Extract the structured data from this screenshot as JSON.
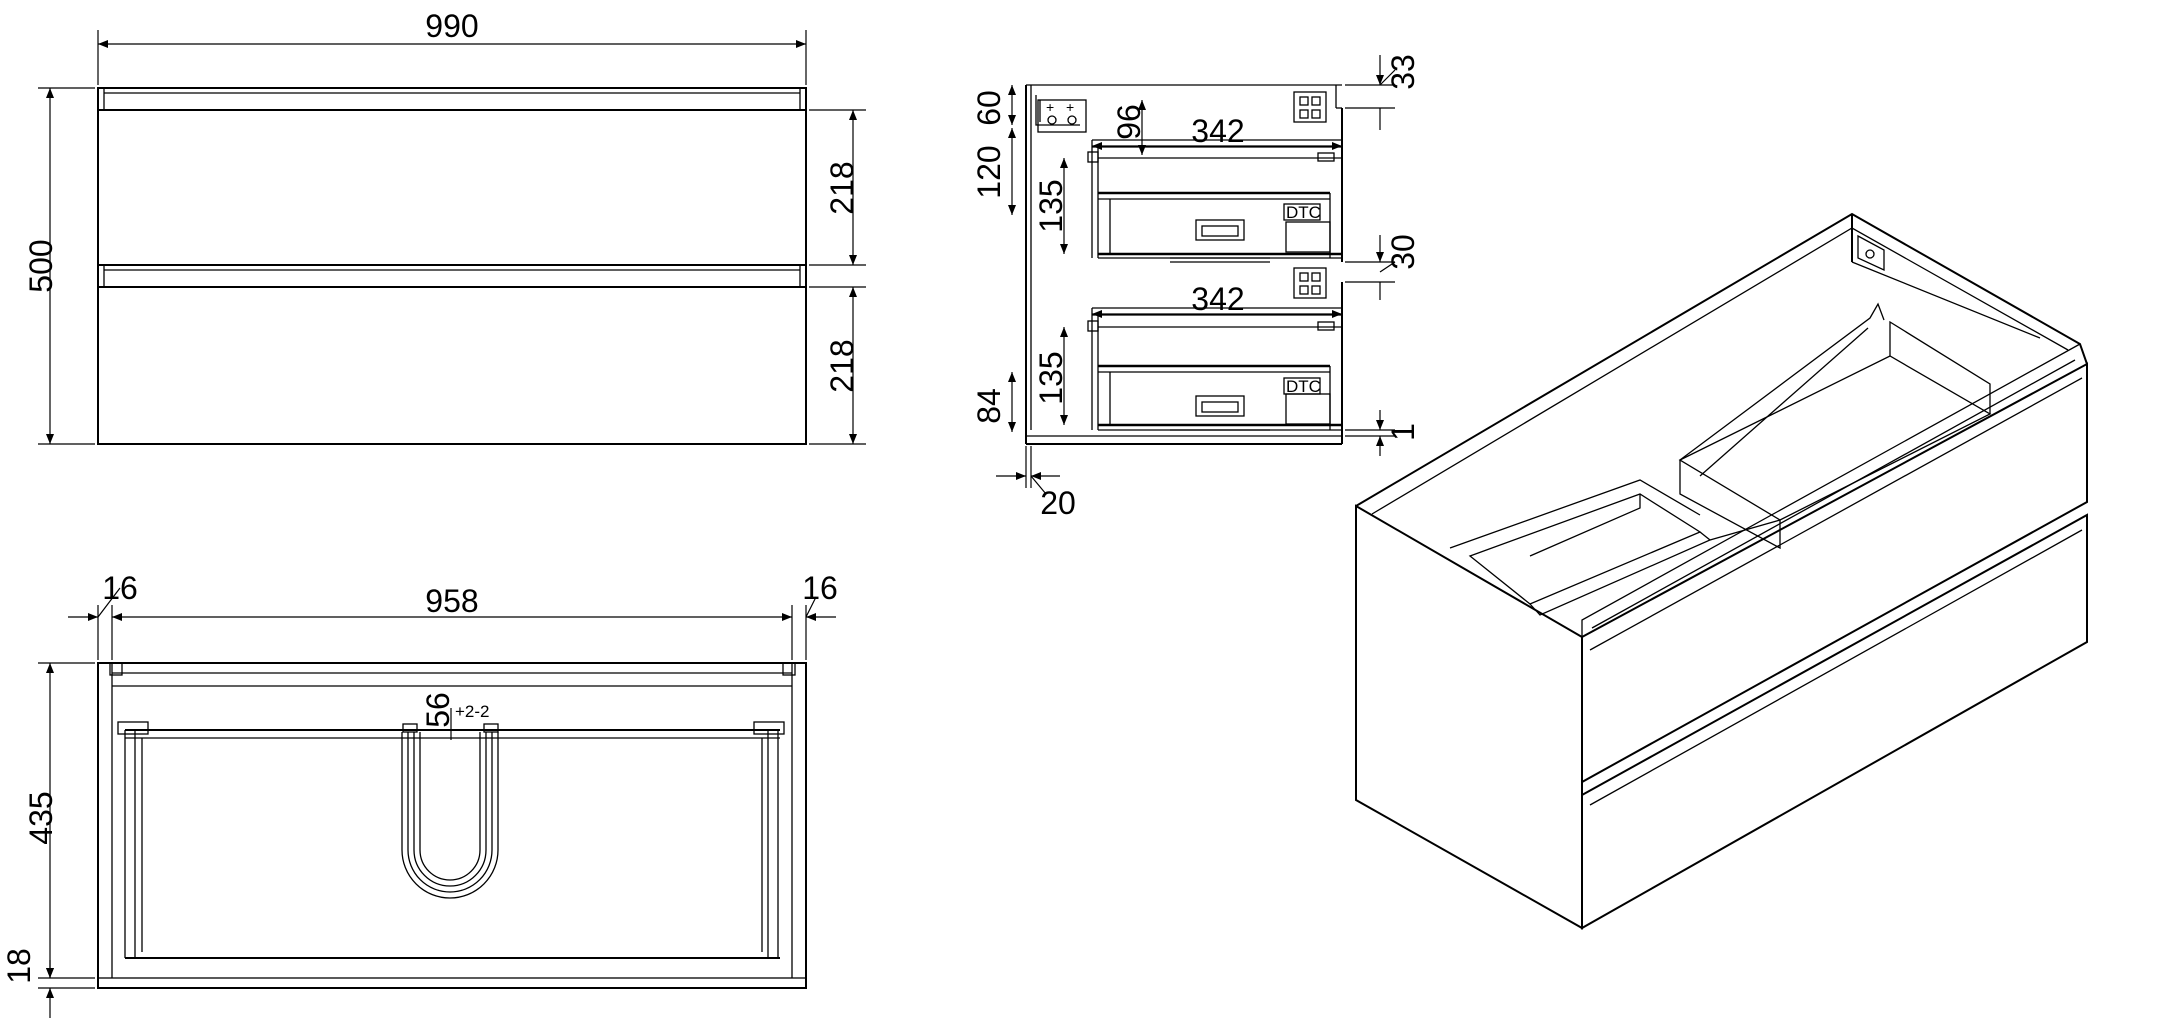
{
  "front_view": {
    "overall_width": "990",
    "overall_height": "500",
    "drawer_top_height": "218",
    "drawer_bottom_height": "218"
  },
  "side_view": {
    "top_gap": "60",
    "drawer_depth_top": "342",
    "drawer_depth_bottom": "342",
    "runner_offset": "96",
    "top_clearance": "33",
    "side_height_top": "120",
    "inner_height_top": "135",
    "inner_height_bottom": "135",
    "drawer_gap": "30",
    "bottom_height": "84",
    "bottom_clearance": "1",
    "back_offset": "20",
    "brand_label_top": "DTC",
    "brand_label_bottom": "DTC"
  },
  "plan_view": {
    "inner_width": "958",
    "side_left": "16",
    "side_right": "16",
    "depth": "435",
    "base_thickness": "18",
    "cutout_depth": "56",
    "cutout_tolerance": "+2-2"
  }
}
